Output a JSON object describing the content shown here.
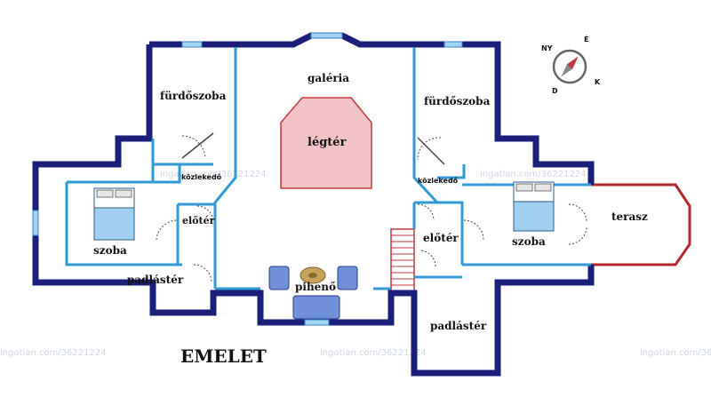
{
  "rooms": {
    "galeria": "galéria",
    "legter": "légtér",
    "furdo_left": "fürdőszoba",
    "furdo_right": "fürdőszoba",
    "kozl_left": "közlekedő",
    "kozl_right": "közlekedő",
    "eloter_left": "előtér",
    "eloter_right": "előtér",
    "szoba_left": "szoba",
    "szoba_right": "szoba",
    "terasz": "terasz",
    "padlaster_left": "padlástér",
    "padlaster_right": "padlástér",
    "piheno": "pihenő"
  },
  "title": "EMELET",
  "watermarks": {
    "w1": "ingatlan.com/36221224",
    "w2": "ingatlan.com/36221224",
    "w3": "ingatlan.com/36221224",
    "w4": "ingatlan.com/36221224",
    "w5": "ingatlan.com/36221224"
  },
  "compass": {
    "n": "É",
    "e": "K",
    "s": "D",
    "w": "NY"
  },
  "colors": {
    "outer_wall": "#1a1f7a",
    "inner_wall": "#2f9ad6",
    "void": "#f2c3c6",
    "terrace": "#b3262e",
    "bed": "#9fd0f0"
  }
}
